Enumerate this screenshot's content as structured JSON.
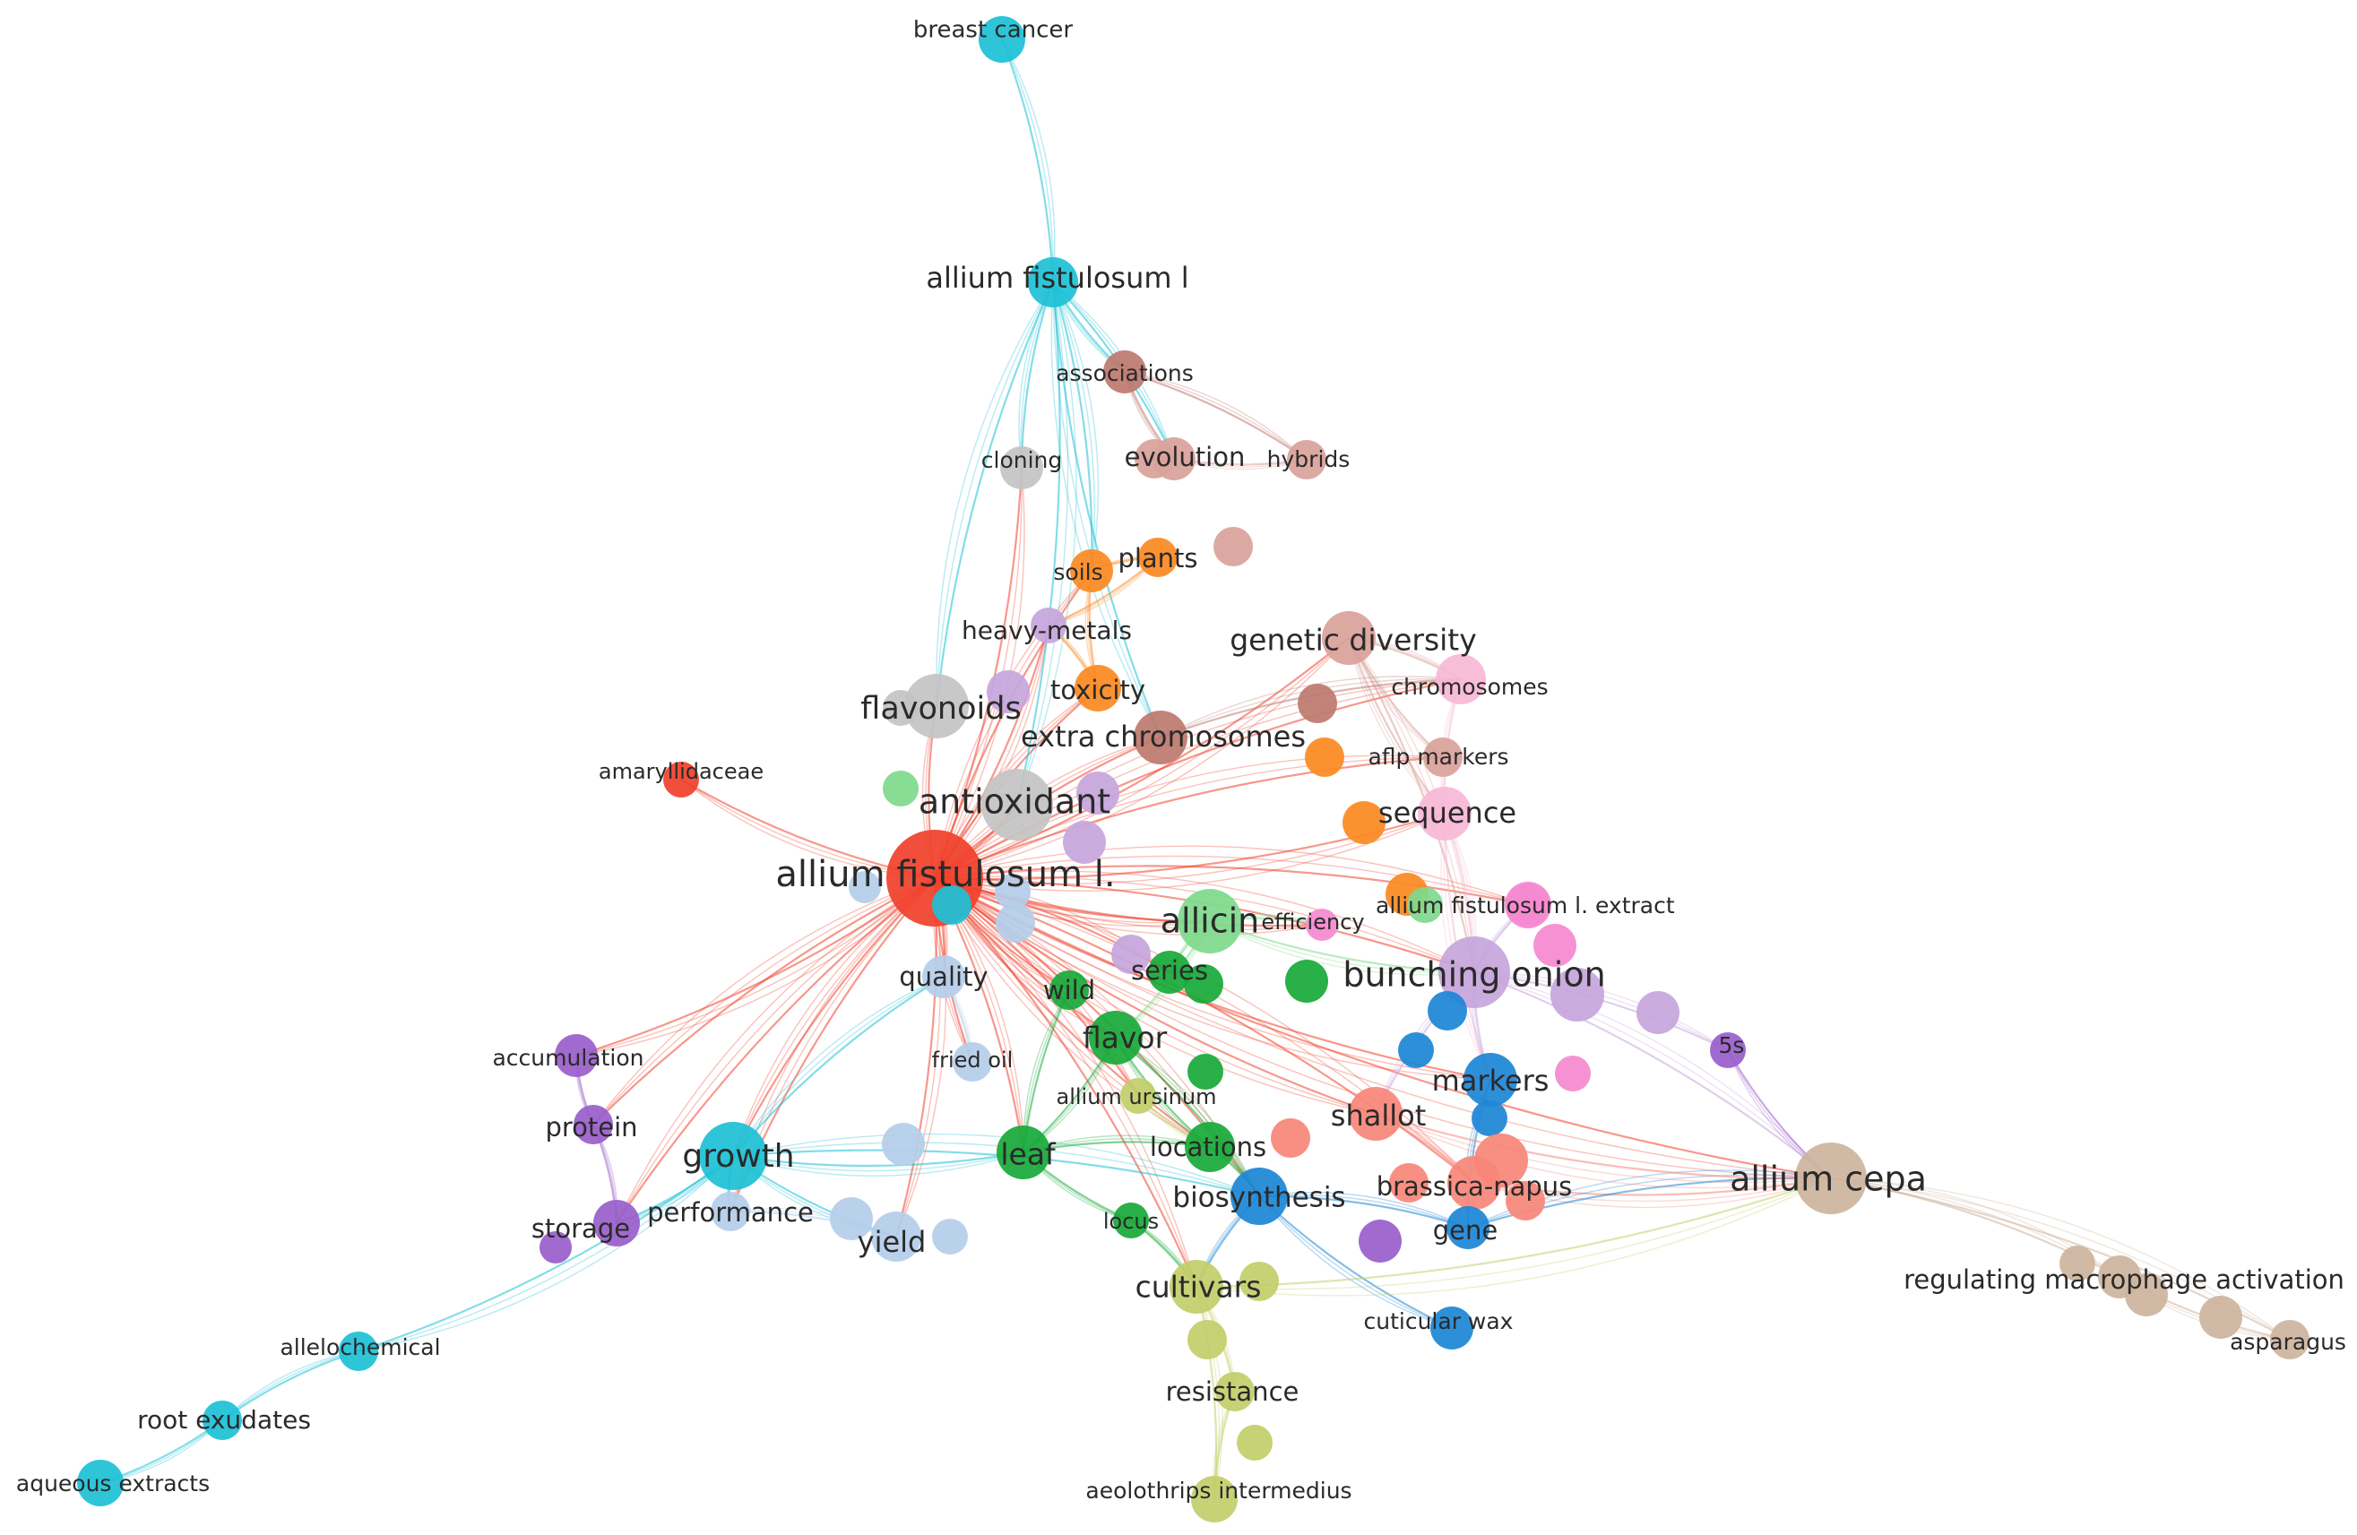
{
  "colors": {
    "red": "#f0422c",
    "salmon": "#f7867a",
    "cyan": "#1ec1d6",
    "grey": "#c4c4c4",
    "brown": "#bd7a6f",
    "dustypink": "#d9a39b",
    "orange": "#fb8a22",
    "lavender": "#c6a6dd",
    "purple": "#9a5fcb",
    "green": "#19aa3a",
    "lightgreen": "#7fd98c",
    "olive": "#c2cf6a",
    "blue": "#1e86d6",
    "lightblue": "#b5cdea",
    "pink": "#f58ad1",
    "lightpink": "#f7b8d6",
    "tan": "#cdb59e"
  },
  "nodes": [
    {
      "id": "allium-fistulosum-l-dot",
      "label": "allium fistulosum l.",
      "color": "red",
      "size": "xl"
    },
    {
      "id": "amaryllidaceae",
      "label": "amaryllidaceae",
      "color": "red",
      "size": "s"
    },
    {
      "id": "breast-cancer",
      "label": "breast cancer",
      "color": "cyan",
      "size": "s"
    },
    {
      "id": "allium-fistulosum-l",
      "label": "allium fistulosum l",
      "color": "cyan",
      "size": "m"
    },
    {
      "id": "growth",
      "label": "growth",
      "color": "cyan",
      "size": "l"
    },
    {
      "id": "allelochemical",
      "label": "allelochemical",
      "color": "cyan",
      "size": "s"
    },
    {
      "id": "root-exudates",
      "label": "root exudates",
      "color": "cyan",
      "size": "m"
    },
    {
      "id": "aqueous-extracts",
      "label": "aqueous extracts",
      "color": "cyan",
      "size": "s"
    },
    {
      "id": "associations",
      "label": "associations",
      "color": "brown",
      "size": "s"
    },
    {
      "id": "evolution",
      "label": "evolution",
      "color": "dustypink",
      "size": "m"
    },
    {
      "id": "hybrids",
      "label": "hybrids",
      "color": "dustypink",
      "size": "s"
    },
    {
      "id": "cloning",
      "label": "cloning",
      "color": "grey",
      "size": "s"
    },
    {
      "id": "plants",
      "label": "plants",
      "color": "orange",
      "size": "m"
    },
    {
      "id": "soils",
      "label": "soils",
      "color": "orange",
      "size": "s"
    },
    {
      "id": "heavy-metals",
      "label": "heavy-metals",
      "color": "lavender",
      "size": "m"
    },
    {
      "id": "genetic-diversity",
      "label": "genetic diversity",
      "color": "dustypink",
      "size": "l"
    },
    {
      "id": "chromosomes",
      "label": "chromosomes",
      "color": "lightpink",
      "size": "s"
    },
    {
      "id": "flavonoids",
      "label": "flavonoids",
      "color": "grey",
      "size": "l"
    },
    {
      "id": "toxicity",
      "label": "toxicity",
      "color": "orange",
      "size": "m"
    },
    {
      "id": "extra-chromosomes",
      "label": "extra chromosomes",
      "color": "brown",
      "size": "l"
    },
    {
      "id": "aflp-markers",
      "label": "aflp markers",
      "color": "dustypink",
      "size": "s"
    },
    {
      "id": "antioxidant",
      "label": "antioxidant",
      "color": "grey",
      "size": "l"
    },
    {
      "id": "sequence",
      "label": "sequence",
      "color": "lightpink",
      "size": "m"
    },
    {
      "id": "allicin",
      "label": "allicin",
      "color": "lightgreen",
      "size": "l"
    },
    {
      "id": "efficiency",
      "label": "efficiency",
      "color": "pink",
      "size": "s"
    },
    {
      "id": "allium-fistulosum-l-extract",
      "label": "allium fistulosum l. extract",
      "color": "pink",
      "size": "s"
    },
    {
      "id": "bunching-onion",
      "label": "bunching onion",
      "color": "lavender",
      "size": "l"
    },
    {
      "id": "quality",
      "label": "quality",
      "color": "lightblue",
      "size": "m"
    },
    {
      "id": "series",
      "label": "series",
      "color": "green",
      "size": "m"
    },
    {
      "id": "wild",
      "label": "wild",
      "color": "green",
      "size": "m"
    },
    {
      "id": "flavor",
      "label": "flavor",
      "color": "green",
      "size": "l"
    },
    {
      "id": "5s",
      "label": "5s",
      "color": "purple",
      "size": "s"
    },
    {
      "id": "accumulation",
      "label": "accumulation",
      "color": "purple",
      "size": "s"
    },
    {
      "id": "fried-oil",
      "label": "fried oil",
      "color": "lightblue",
      "size": "s"
    },
    {
      "id": "allium-ursinum",
      "label": "allium ursinum",
      "color": "olive",
      "size": "s"
    },
    {
      "id": "markers",
      "label": "markers",
      "color": "blue",
      "size": "m"
    },
    {
      "id": "shallot",
      "label": "shallot",
      "color": "salmon",
      "size": "m"
    },
    {
      "id": "protein",
      "label": "protein",
      "color": "purple",
      "size": "m"
    },
    {
      "id": "leaf",
      "label": "leaf",
      "color": "green",
      "size": "l"
    },
    {
      "id": "locations",
      "label": "locations",
      "color": "green",
      "size": "m"
    },
    {
      "id": "allium-cepa",
      "label": "allium cepa",
      "color": "tan",
      "size": "l"
    },
    {
      "id": "performance",
      "label": "performance",
      "color": "lightblue",
      "size": "m"
    },
    {
      "id": "biosynthesis",
      "label": "biosynthesis",
      "color": "blue",
      "size": "l"
    },
    {
      "id": "brassica-napus",
      "label": "brassica-napus",
      "color": "salmon",
      "size": "m"
    },
    {
      "id": "storage",
      "label": "storage",
      "color": "purple",
      "size": "m"
    },
    {
      "id": "yield",
      "label": "yield",
      "color": "lightblue",
      "size": "m"
    },
    {
      "id": "locus",
      "label": "locus",
      "color": "green",
      "size": "s"
    },
    {
      "id": "gene",
      "label": "gene",
      "color": "blue",
      "size": "m"
    },
    {
      "id": "cultivars",
      "label": "cultivars",
      "color": "olive",
      "size": "l"
    },
    {
      "id": "regulating-macrophage-activation",
      "label": "regulating macrophage activation",
      "color": "tan",
      "size": "m"
    },
    {
      "id": "cuticular-wax",
      "label": "cuticular wax",
      "color": "blue",
      "size": "s"
    },
    {
      "id": "asparagus",
      "label": "asparagus",
      "color": "tan",
      "size": "s"
    },
    {
      "id": "resistance",
      "label": "resistance",
      "color": "olive",
      "size": "m"
    },
    {
      "id": "aeolothrips-intermedius",
      "label": "aeolothrips intermedius",
      "color": "olive",
      "size": "s"
    },
    {
      "id": "u1",
      "label": "",
      "color": "dustypink"
    },
    {
      "id": "u2",
      "label": "",
      "color": "dustypink"
    },
    {
      "id": "u3",
      "label": "",
      "color": "brown"
    },
    {
      "id": "u4",
      "label": "",
      "color": "lightgreen"
    },
    {
      "id": "u5",
      "label": "",
      "color": "orange"
    },
    {
      "id": "u6",
      "label": "",
      "color": "orange"
    },
    {
      "id": "u7",
      "label": "",
      "color": "orange"
    },
    {
      "id": "u8",
      "label": "",
      "color": "lavender"
    },
    {
      "id": "u9",
      "label": "",
      "color": "lavender"
    },
    {
      "id": "u10",
      "label": "",
      "color": "lavender"
    },
    {
      "id": "u11",
      "label": "",
      "color": "lightblue"
    },
    {
      "id": "u12",
      "label": "",
      "color": "lightblue"
    },
    {
      "id": "u13",
      "label": "",
      "color": "green"
    },
    {
      "id": "u14",
      "label": "",
      "color": "green"
    },
    {
      "id": "u15",
      "label": "",
      "color": "green"
    },
    {
      "id": "u16",
      "label": "",
      "color": "pink"
    },
    {
      "id": "u17",
      "label": "",
      "color": "pink"
    },
    {
      "id": "u18",
      "label": "",
      "color": "pink"
    },
    {
      "id": "u19",
      "label": "",
      "color": "lavender"
    },
    {
      "id": "u20",
      "label": "",
      "color": "lavender"
    },
    {
      "id": "u21",
      "label": "",
      "color": "blue"
    },
    {
      "id": "u22",
      "label": "",
      "color": "blue"
    },
    {
      "id": "u23",
      "label": "",
      "color": "blue"
    },
    {
      "id": "u24",
      "label": "",
      "color": "salmon"
    },
    {
      "id": "u25",
      "label": "",
      "color": "salmon"
    },
    {
      "id": "u26",
      "label": "",
      "color": "salmon"
    },
    {
      "id": "u27",
      "label": "",
      "color": "lightblue"
    },
    {
      "id": "u28",
      "label": "",
      "color": "lightblue"
    },
    {
      "id": "u29",
      "label": "",
      "color": "lightblue"
    },
    {
      "id": "u30",
      "label": "",
      "color": "purple"
    },
    {
      "id": "u31",
      "label": "",
      "color": "purple"
    },
    {
      "id": "u32",
      "label": "",
      "color": "olive"
    },
    {
      "id": "u33",
      "label": "",
      "color": "olive"
    },
    {
      "id": "u34",
      "label": "",
      "color": "olive"
    },
    {
      "id": "u35",
      "label": "",
      "color": "tan"
    },
    {
      "id": "u36",
      "label": "",
      "color": "tan"
    },
    {
      "id": "u37",
      "label": "",
      "color": "tan"
    },
    {
      "id": "u38",
      "label": "",
      "color": "grey"
    },
    {
      "id": "u39",
      "label": "",
      "color": "lavender"
    },
    {
      "id": "u40",
      "label": "",
      "color": "lightblue"
    },
    {
      "id": "u41",
      "label": "",
      "color": "cyan"
    },
    {
      "id": "u42",
      "label": "",
      "color": "lightgreen"
    },
    {
      "id": "u43",
      "label": "",
      "color": "salmon"
    }
  ],
  "edges": [
    [
      "allium-fistulosum-l-dot",
      "amaryllidaceae"
    ],
    [
      "allium-fistulosum-l-dot",
      "antioxidant"
    ],
    [
      "allium-fistulosum-l-dot",
      "flavonoids"
    ],
    [
      "allium-fistulosum-l-dot",
      "allicin"
    ],
    [
      "allium-fistulosum-l-dot",
      "bunching-onion"
    ],
    [
      "allium-fistulosum-l-dot",
      "growth"
    ],
    [
      "allium-fistulosum-l-dot",
      "accumulation"
    ],
    [
      "allium-fistulosum-l-dot",
      "protein"
    ],
    [
      "allium-fistulosum-l-dot",
      "quality"
    ],
    [
      "allium-fistulosum-l-dot",
      "fried-oil"
    ],
    [
      "allium-fistulosum-l-dot",
      "leaf"
    ],
    [
      "allium-fistulosum-l-dot",
      "flavor"
    ],
    [
      "allium-fistulosum-l-dot",
      "toxicity"
    ],
    [
      "allium-fistulosum-l-dot",
      "heavy-metals"
    ],
    [
      "allium-fistulosum-l-dot",
      "extra-chromosomes"
    ],
    [
      "allium-fistulosum-l-dot",
      "genetic-diversity"
    ],
    [
      "allium-fistulosum-l-dot",
      "chromosomes"
    ],
    [
      "allium-fistulosum-l-dot",
      "sequence"
    ],
    [
      "allium-fistulosum-l-dot",
      "allium-fistulosum-l-extract"
    ],
    [
      "allium-fistulosum-l-dot",
      "shallot"
    ],
    [
      "allium-fistulosum-l-dot",
      "biosynthesis"
    ],
    [
      "allium-fistulosum-l-dot",
      "allium-cepa"
    ],
    [
      "allium-fistulosum-l-dot",
      "yield"
    ],
    [
      "allium-fistulosum-l-dot",
      "performance"
    ],
    [
      "allium-fistulosum-l-dot",
      "cultivars"
    ],
    [
      "allium-fistulosum-l-dot",
      "wild"
    ],
    [
      "allium-fistulosum-l-dot",
      "series"
    ],
    [
      "allium-fistulosum-l-dot",
      "cloning"
    ],
    [
      "allium-fistulosum-l-dot",
      "soils"
    ],
    [
      "allium-fistulosum-l-dot",
      "markers"
    ],
    [
      "allium-fistulosum-l-dot",
      "brassica-napus"
    ],
    [
      "allium-fistulosum-l-dot",
      "locations"
    ],
    [
      "allium-fistulosum-l-dot",
      "allium-ursinum"
    ],
    [
      "allium-fistulosum-l-dot",
      "storage"
    ],
    [
      "allium-fistulosum-l-dot",
      "aflp-markers"
    ],
    [
      "allium-fistulosum-l-dot",
      "efficiency"
    ],
    [
      "breast-cancer",
      "allium-fistulosum-l"
    ],
    [
      "allium-fistulosum-l",
      "cloning"
    ],
    [
      "allium-fistulosum-l",
      "antioxidant"
    ],
    [
      "allium-fistulosum-l",
      "associations"
    ],
    [
      "allium-fistulosum-l",
      "evolution"
    ],
    [
      "allium-fistulosum-l",
      "flavonoids"
    ],
    [
      "allium-fistulosum-l",
      "soils"
    ],
    [
      "allium-fistulosum-l",
      "extra-chromosomes"
    ],
    [
      "growth",
      "allelochemical"
    ],
    [
      "allelochemical",
      "root-exudates"
    ],
    [
      "root-exudates",
      "aqueous-extracts"
    ],
    [
      "growth",
      "performance"
    ],
    [
      "growth",
      "storage"
    ],
    [
      "growth",
      "yield"
    ],
    [
      "growth",
      "quality"
    ],
    [
      "growth",
      "leaf"
    ],
    [
      "growth",
      "biosynthesis"
    ],
    [
      "associations",
      "evolution"
    ],
    [
      "associations",
      "hybrids"
    ],
    [
      "evolution",
      "hybrids"
    ],
    [
      "soils",
      "plants"
    ],
    [
      "soils",
      "toxicity"
    ],
    [
      "plants",
      "heavy-metals"
    ],
    [
      "toxicity",
      "heavy-metals"
    ],
    [
      "genetic-diversity",
      "chromosomes"
    ],
    [
      "genetic-diversity",
      "aflp-markers"
    ],
    [
      "genetic-diversity",
      "bunching-onion"
    ],
    [
      "genetic-diversity",
      "sequence"
    ],
    [
      "extra-chromosomes",
      "chromosomes"
    ],
    [
      "chromosomes",
      "sequence"
    ],
    [
      "sequence",
      "bunching-onion"
    ],
    [
      "sequence",
      "markers"
    ],
    [
      "allicin",
      "efficiency"
    ],
    [
      "allicin",
      "series"
    ],
    [
      "allicin",
      "flavor"
    ],
    [
      "allicin",
      "bunching-onion"
    ],
    [
      "bunching-onion",
      "5s"
    ],
    [
      "bunching-onion",
      "markers"
    ],
    [
      "bunching-onion",
      "allium-cepa"
    ],
    [
      "bunching-onion",
      "shallot"
    ],
    [
      "bunching-onion",
      "allium-fistulosum-l-extract"
    ],
    [
      "5s",
      "allium-cepa"
    ],
    [
      "flavor",
      "leaf"
    ],
    [
      "flavor",
      "locations"
    ],
    [
      "flavor",
      "biosynthesis"
    ],
    [
      "wild",
      "leaf"
    ],
    [
      "leaf",
      "locations"
    ],
    [
      "leaf",
      "locus"
    ],
    [
      "locations",
      "biosynthesis"
    ],
    [
      "biosynthesis",
      "cuticular-wax"
    ],
    [
      "biosynthesis",
      "gene"
    ],
    [
      "biosynthesis",
      "cultivars"
    ],
    [
      "cultivars",
      "resistance"
    ],
    [
      "resistance",
      "aeolothrips-intermedius"
    ],
    [
      "cultivars",
      "aeolothrips-intermedius"
    ],
    [
      "markers",
      "gene"
    ],
    [
      "shallot",
      "brassica-napus"
    ],
    [
      "brassica-napus",
      "allium-cepa"
    ],
    [
      "gene",
      "allium-cepa"
    ],
    [
      "shallot",
      "allium-cepa"
    ],
    [
      "allium-cepa",
      "regulating-macrophage-activation"
    ],
    [
      "regulating-macrophage-activation",
      "asparagus"
    ],
    [
      "allium-cepa",
      "asparagus"
    ],
    [
      "accumulation",
      "protein"
    ],
    [
      "protein",
      "storage"
    ],
    [
      "yield",
      "performance"
    ],
    [
      "quality",
      "fried-oil"
    ],
    [
      "cultivars",
      "allium-cepa"
    ],
    [
      "locus",
      "cultivars"
    ],
    [
      "allium-ursinum",
      "locations"
    ]
  ]
}
